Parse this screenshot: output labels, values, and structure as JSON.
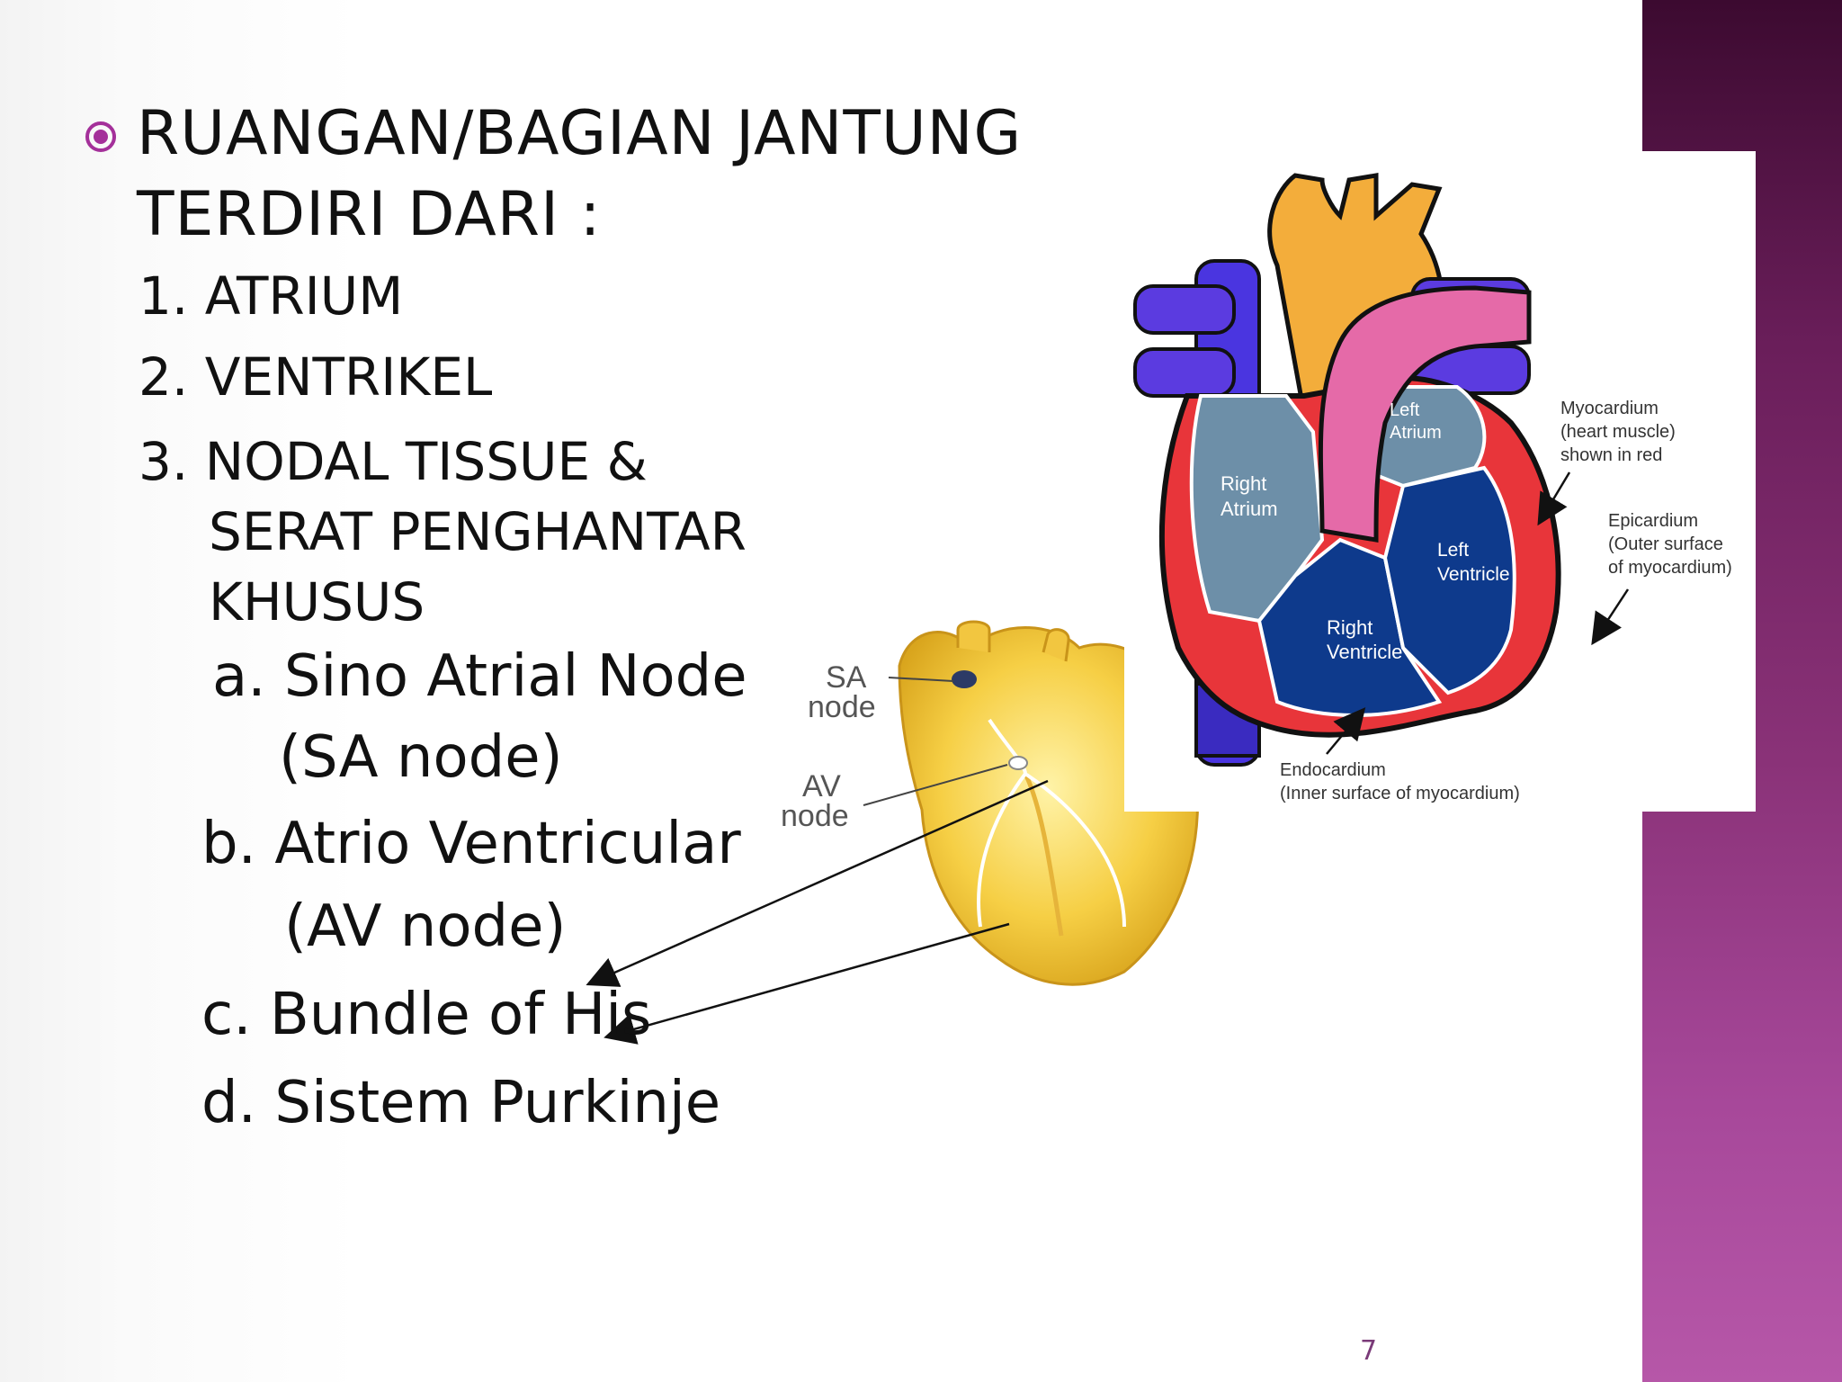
{
  "slide": {
    "bullet_icon": "radio-bullet-icon",
    "accent_color": "#a4309a",
    "side_band_color": "#7a2a6c",
    "heading_line1": "RUANGAN/BAGIAN JANTUNG",
    "heading_line2": "TERDIRI DARI :",
    "items": [
      {
        "label": "1. ATRIUM"
      },
      {
        "label": "2. VENTRIKEL"
      },
      {
        "label_lines": [
          "3. NODAL TISSUE &",
          "SERAT PENGHANTAR",
          "KHUSUS"
        ]
      }
    ],
    "sub_items": [
      {
        "line1": "a. Sino Atrial Node",
        "line2": "(SA node)"
      },
      {
        "line1": "b. Atrio Ventricular I",
        "line2": "(AV node)"
      },
      {
        "line1": "c. Bundle of His"
      },
      {
        "line1": "d. Sistem Purkinje"
      }
    ],
    "page_number": "7"
  },
  "conduction_figure": {
    "sa_label_1": "SA",
    "sa_label_2": "node",
    "av_label_1": "AV",
    "av_label_2": "node"
  },
  "heart_figure": {
    "left_atrium_1": "Left",
    "left_atrium_2": "Atrium",
    "right_atrium_1": "Right",
    "right_atrium_2": "Atrium",
    "left_ventricle_1": "Left",
    "left_ventricle_2": "Ventricle",
    "right_ventricle_1": "Right",
    "right_ventricle_2": "Ventricle",
    "myocardium_1": "Myocardium",
    "myocardium_2": "(heart muscle)",
    "myocardium_3": "shown in red",
    "epicardium_1": "Epicardium",
    "epicardium_2": "(Outer surface",
    "epicardium_3": "of myocardium)",
    "endocardium_1": "Endocardium",
    "endocardium_2": "(Inner surface of myocardium)"
  }
}
